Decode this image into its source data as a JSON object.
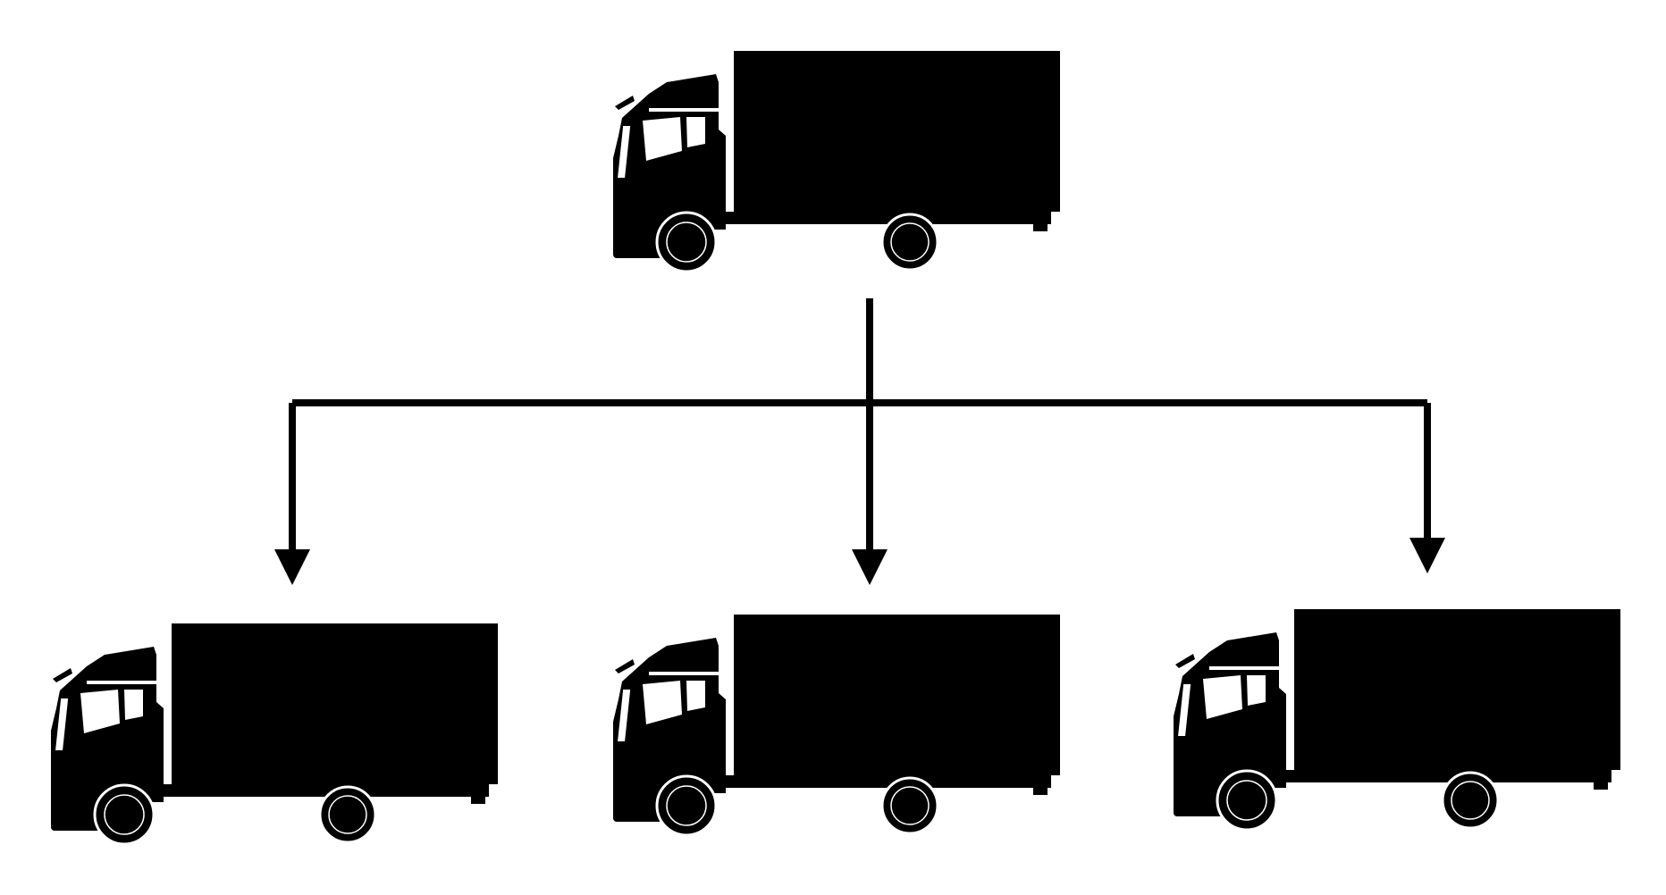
{
  "diagram": {
    "colors": {
      "ink": "#000000",
      "paper": "#ffffff"
    },
    "nodes": [
      {
        "id": "source",
        "icon": "truck-icon",
        "role": "parent"
      },
      {
        "id": "target-left",
        "icon": "truck-icon",
        "role": "child"
      },
      {
        "id": "target-center",
        "icon": "truck-icon",
        "role": "child"
      },
      {
        "id": "target-right",
        "icon": "truck-icon",
        "role": "child"
      }
    ],
    "edges": [
      {
        "from": "source",
        "to": "target-left"
      },
      {
        "from": "source",
        "to": "target-center"
      },
      {
        "from": "source",
        "to": "target-right"
      }
    ]
  }
}
